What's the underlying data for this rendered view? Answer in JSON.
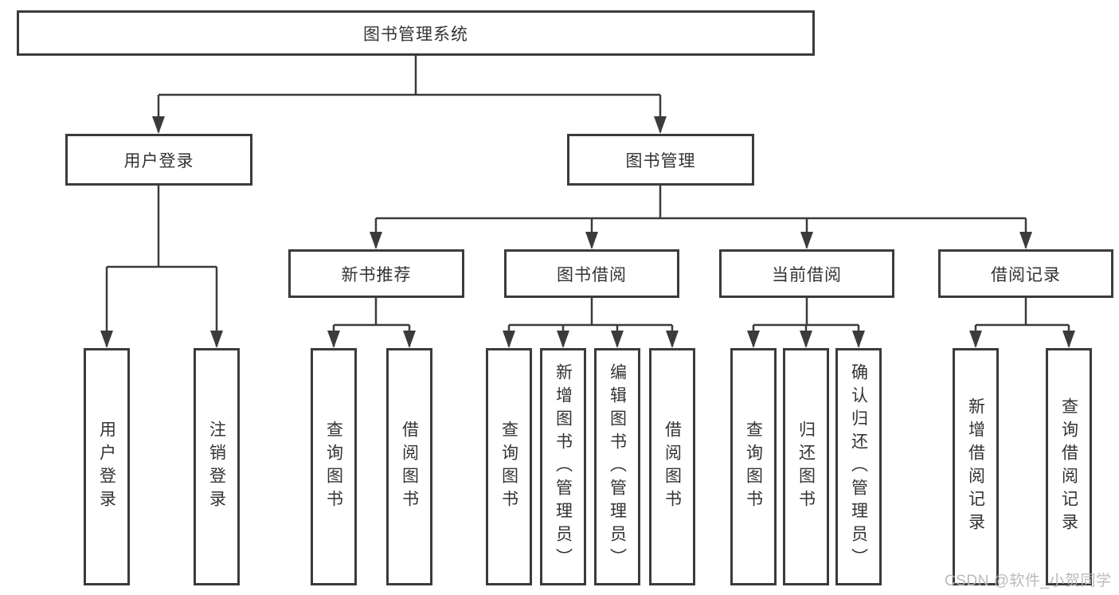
{
  "nodes": {
    "root": "图书管理系统",
    "user_login": "用户登录",
    "book_management": "图书管理",
    "new_book_recommend": "新书推荐",
    "book_borrowing": "图书借阅",
    "current_borrowing": "当前借阅",
    "borrowing_records": "借阅记录",
    "leaf_user_login": "用户登录",
    "leaf_logout": "注销登录",
    "leaf_nbr_query_books": "查询图书",
    "leaf_nbr_borrow_books": "借阅图书",
    "leaf_bbw_query_books": "查询图书",
    "leaf_bbw_add_books": "新增图书（管理员）",
    "leaf_bbw_edit_books": "编辑图书（管理员）",
    "leaf_bbw_borrow_books": "借阅图书",
    "leaf_cbw_query_books": "查询图书",
    "leaf_cbw_return_books": "归还图书",
    "leaf_cbw_confirm_return": "确认归还（管理员）",
    "leaf_brc_add_record": "新增借阅记录",
    "leaf_brc_query_record": "查询借阅记录"
  },
  "tree": {
    "图书管理系统": {
      "用户登录": [
        "用户登录",
        "注销登录"
      ],
      "图书管理": {
        "新书推荐": [
          "查询图书",
          "借阅图书"
        ],
        "图书借阅": [
          "查询图书",
          "新增图书（管理员）",
          "编辑图书（管理员）",
          "借阅图书"
        ],
        "当前借阅": [
          "查询图书",
          "归还图书",
          "确认归还（管理员）"
        ],
        "借阅记录": [
          "新增借阅记录",
          "查询借阅记录"
        ]
      }
    }
  },
  "watermark": "CSDN @软件_小贺同学",
  "colors": {
    "line": "#3b3b3b",
    "box_border": "#3b3b3b",
    "text": "#333333",
    "watermark": "#b6b6b6",
    "background": "#ffffff"
  }
}
